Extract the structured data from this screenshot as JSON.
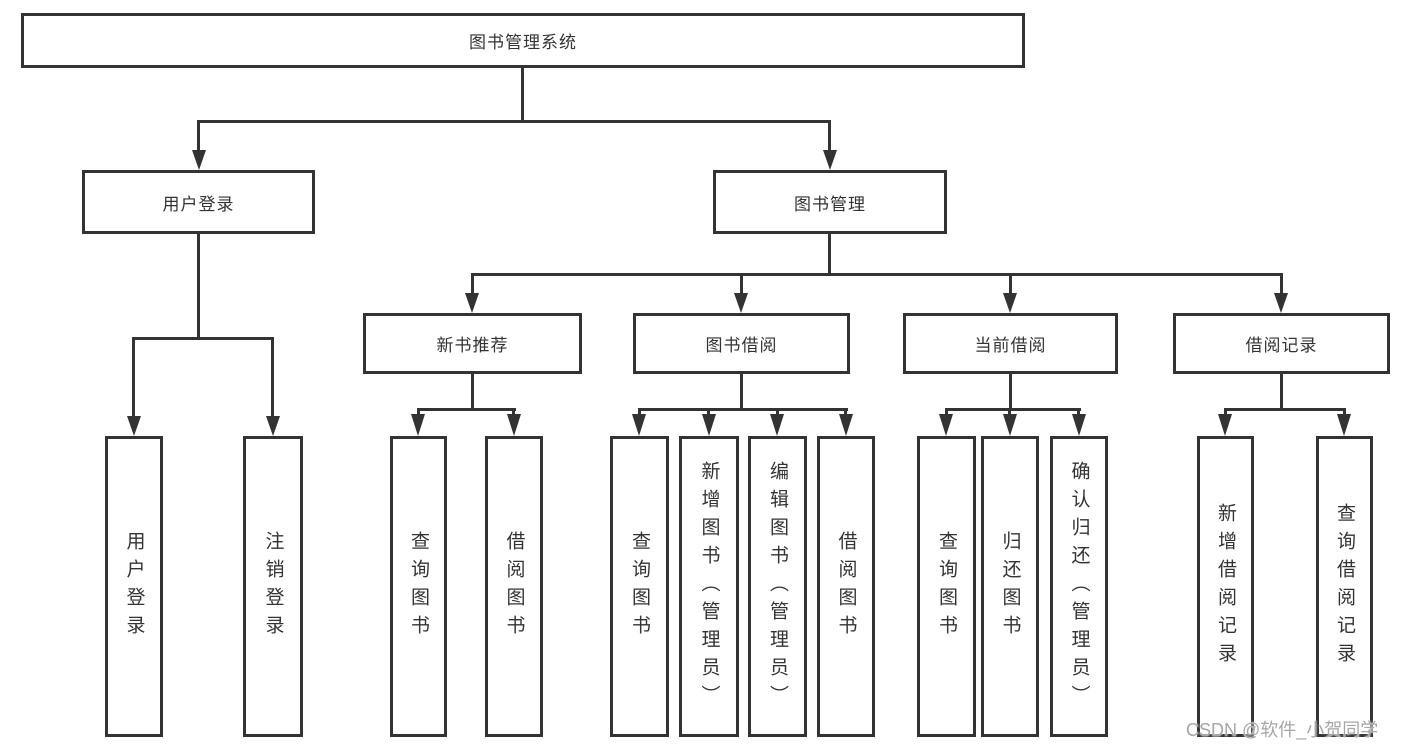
{
  "diagram": {
    "root": "图书管理系统",
    "branches": [
      {
        "label": "用户登录",
        "leaves": [
          "用户登录",
          "注销登录"
        ]
      },
      {
        "label": "图书管理",
        "sections": [
          {
            "label": "新书推荐",
            "leaves": [
              "查询图书",
              "借阅图书"
            ]
          },
          {
            "label": "图书借阅",
            "leaves": [
              "查询图书",
              "新增图书（管理员）",
              "编辑图书（管理员）",
              "借阅图书"
            ]
          },
          {
            "label": "当前借阅",
            "leaves": [
              "查询图书",
              "归还图书",
              "确认归还（管理员）"
            ]
          },
          {
            "label": "借阅记录",
            "leaves": [
              "新增借阅记录",
              "查询借阅记录"
            ]
          }
        ]
      }
    ]
  },
  "watermark": {
    "text": "CSDN @软件_小贺同学"
  },
  "colors": {
    "line": "#333333",
    "text": "#333333",
    "watermark": "#a6a6a6",
    "background": "#ffffff"
  }
}
